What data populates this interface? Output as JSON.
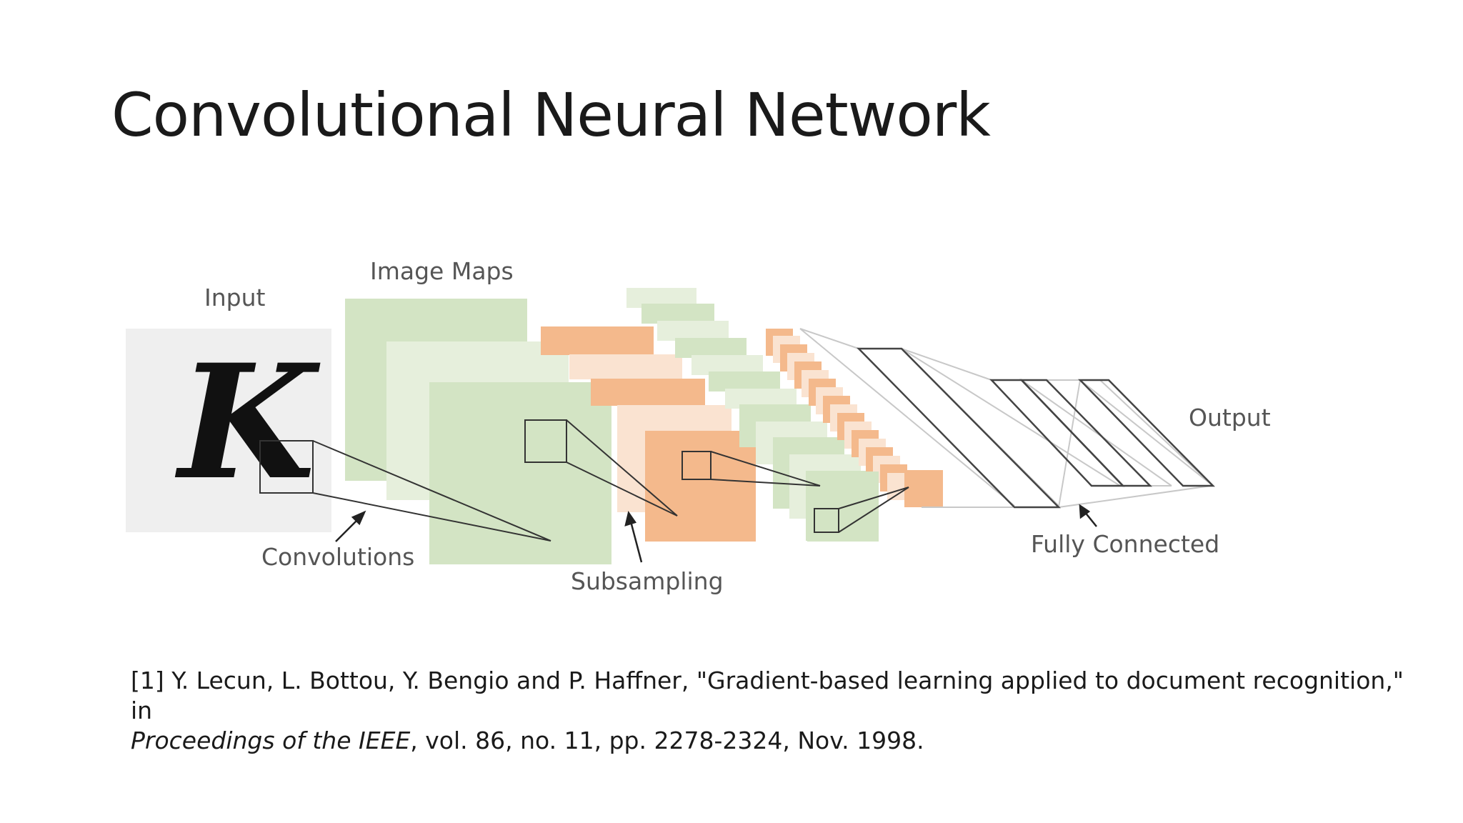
{
  "slide": {
    "title": "Convolutional Neural Network"
  },
  "diagram": {
    "labels": {
      "input": "Input",
      "image_maps": "Image Maps",
      "convolutions": "Convolutions",
      "subsampling": "Subsampling",
      "fully_connected": "Fully Connected",
      "output": "Output",
      "input_glyph": "K"
    },
    "colors": {
      "input_bg": "#efefef",
      "green": "#d3e4c4",
      "green_light": "#e6efdc",
      "orange": "#f4b98c",
      "orange_light": "#fae3d1",
      "stroke": "#333333"
    }
  },
  "reference": {
    "line1": "[1] Y. Lecun, L. Bottou, Y. Bengio and P. Haffner, \"Gradient-based learning applied to document recognition,\" in",
    "journal": "Proceedings of the IEEE",
    "details": ", vol. 86, no. 11, pp. 2278-2324, Nov. 1998."
  }
}
